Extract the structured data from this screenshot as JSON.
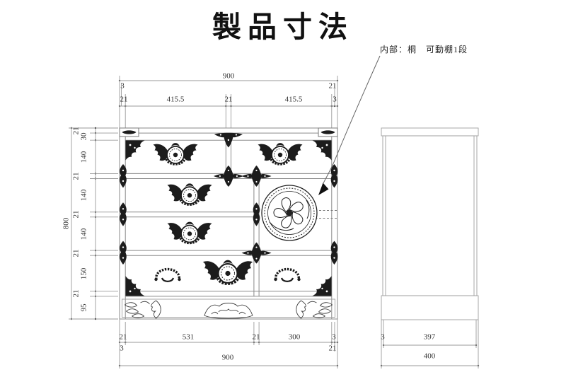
{
  "title": "製品寸法",
  "annotation": {
    "note": "内部：桐　可動棚1段"
  },
  "front_view": {
    "top_dims": {
      "overall": "900",
      "end_left": "3",
      "end_right": "21",
      "segments": [
        "21",
        "415.5",
        "21",
        "415.5",
        "3"
      ]
    },
    "left_dims": {
      "overall": "800",
      "chain": [
        "21",
        "30",
        "140",
        "21",
        "140",
        "21",
        "140",
        "21",
        "150",
        "21",
        "95"
      ]
    },
    "bottom_dims": {
      "overall": "900",
      "end_left": "3",
      "end_right": "21",
      "segments": [
        "21",
        "531",
        "21",
        "300",
        "3"
      ]
    }
  },
  "side_view": {
    "bottom_dims": {
      "inset": "3",
      "inner": "397",
      "overall": "400"
    }
  }
}
